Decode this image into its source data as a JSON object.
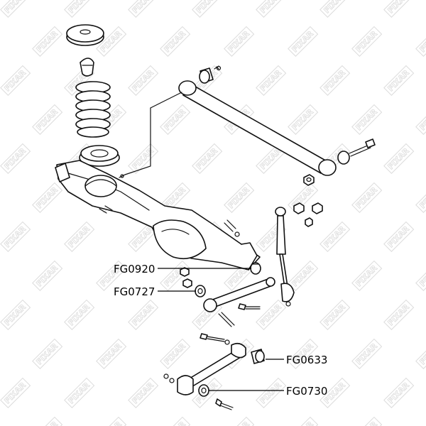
{
  "watermark": {
    "text": "FIXAR",
    "color": "#dcdcdc"
  },
  "callouts": [
    {
      "id": "fg0920",
      "part_number": "FG0920"
    },
    {
      "id": "fg0727",
      "part_number": "FG0727"
    },
    {
      "id": "fg0633",
      "part_number": "FG0633"
    },
    {
      "id": "fg0730",
      "part_number": "FG0730"
    }
  ]
}
